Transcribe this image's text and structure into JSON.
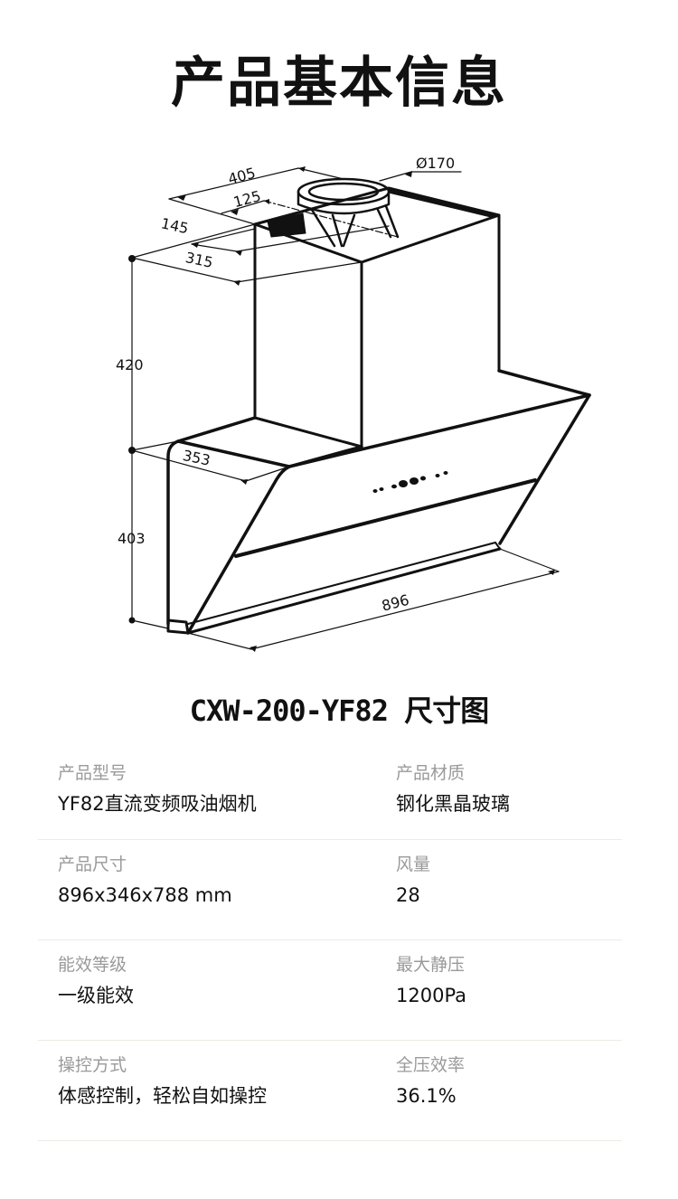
{
  "header": {
    "title": "产品基本信息"
  },
  "diagram": {
    "caption": "CXW-200-YF82 尺寸图",
    "dimensions": {
      "top_width": "405",
      "duct_offset": "125",
      "duct_diameter": "Ø170",
      "side_offset": "145",
      "chimney_depth": "315",
      "chimney_height": "420",
      "body_depth": "353",
      "body_height": "403",
      "body_width": "896"
    },
    "control_panel_icon": "touch-control-buttons"
  },
  "specs": [
    {
      "left": {
        "label": "产品型号",
        "value": "YF82直流变频吸油烟机"
      },
      "right": {
        "label": "产品材质",
        "value": "钢化黑晶玻璃"
      }
    },
    {
      "left": {
        "label": "产品尺寸",
        "value": "896x346x788 mm"
      },
      "right": {
        "label": "风量",
        "value": "28"
      }
    },
    {
      "left": {
        "label": "能效等级",
        "value": "一级能效"
      },
      "right": {
        "label": "最大静压",
        "value": "1200Pa"
      }
    },
    {
      "left": {
        "label": "操控方式",
        "value": "体感控制，轻松自如操控"
      },
      "right": {
        "label": "全压效率",
        "value": "36.1%"
      }
    }
  ],
  "colors": {
    "text_primary": "#111111",
    "text_label": "#9a9a9a",
    "divider": "#ecebe5"
  }
}
